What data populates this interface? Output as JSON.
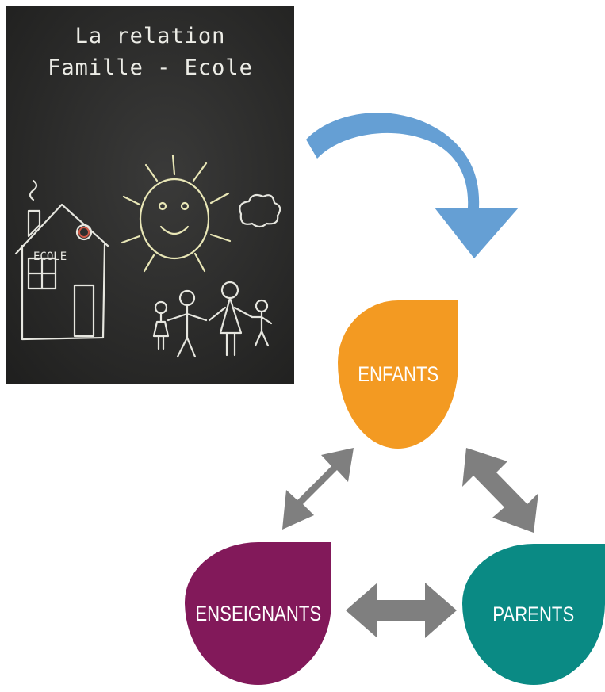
{
  "chalkboard": {
    "title_line1": "La relation",
    "title_line2": "Famille - Ecole",
    "school_sign": "ECOLE"
  },
  "diagram": {
    "nodes": [
      {
        "id": "enfants",
        "label": "ENFANTS",
        "color": "#f39a22"
      },
      {
        "id": "enseignants",
        "label": "ENSEIGNANTS",
        "color": "#82195a"
      },
      {
        "id": "parents",
        "label": "PARENTS",
        "color": "#0a8a84"
      }
    ],
    "links": [
      {
        "from": "enfants",
        "to": "enseignants",
        "type": "bidirectional"
      },
      {
        "from": "enfants",
        "to": "parents",
        "type": "bidirectional"
      },
      {
        "from": "enseignants",
        "to": "parents",
        "type": "bidirectional"
      }
    ],
    "curved_arrow_color": "#659fd4",
    "link_arrow_color": "#7f7f7f"
  }
}
